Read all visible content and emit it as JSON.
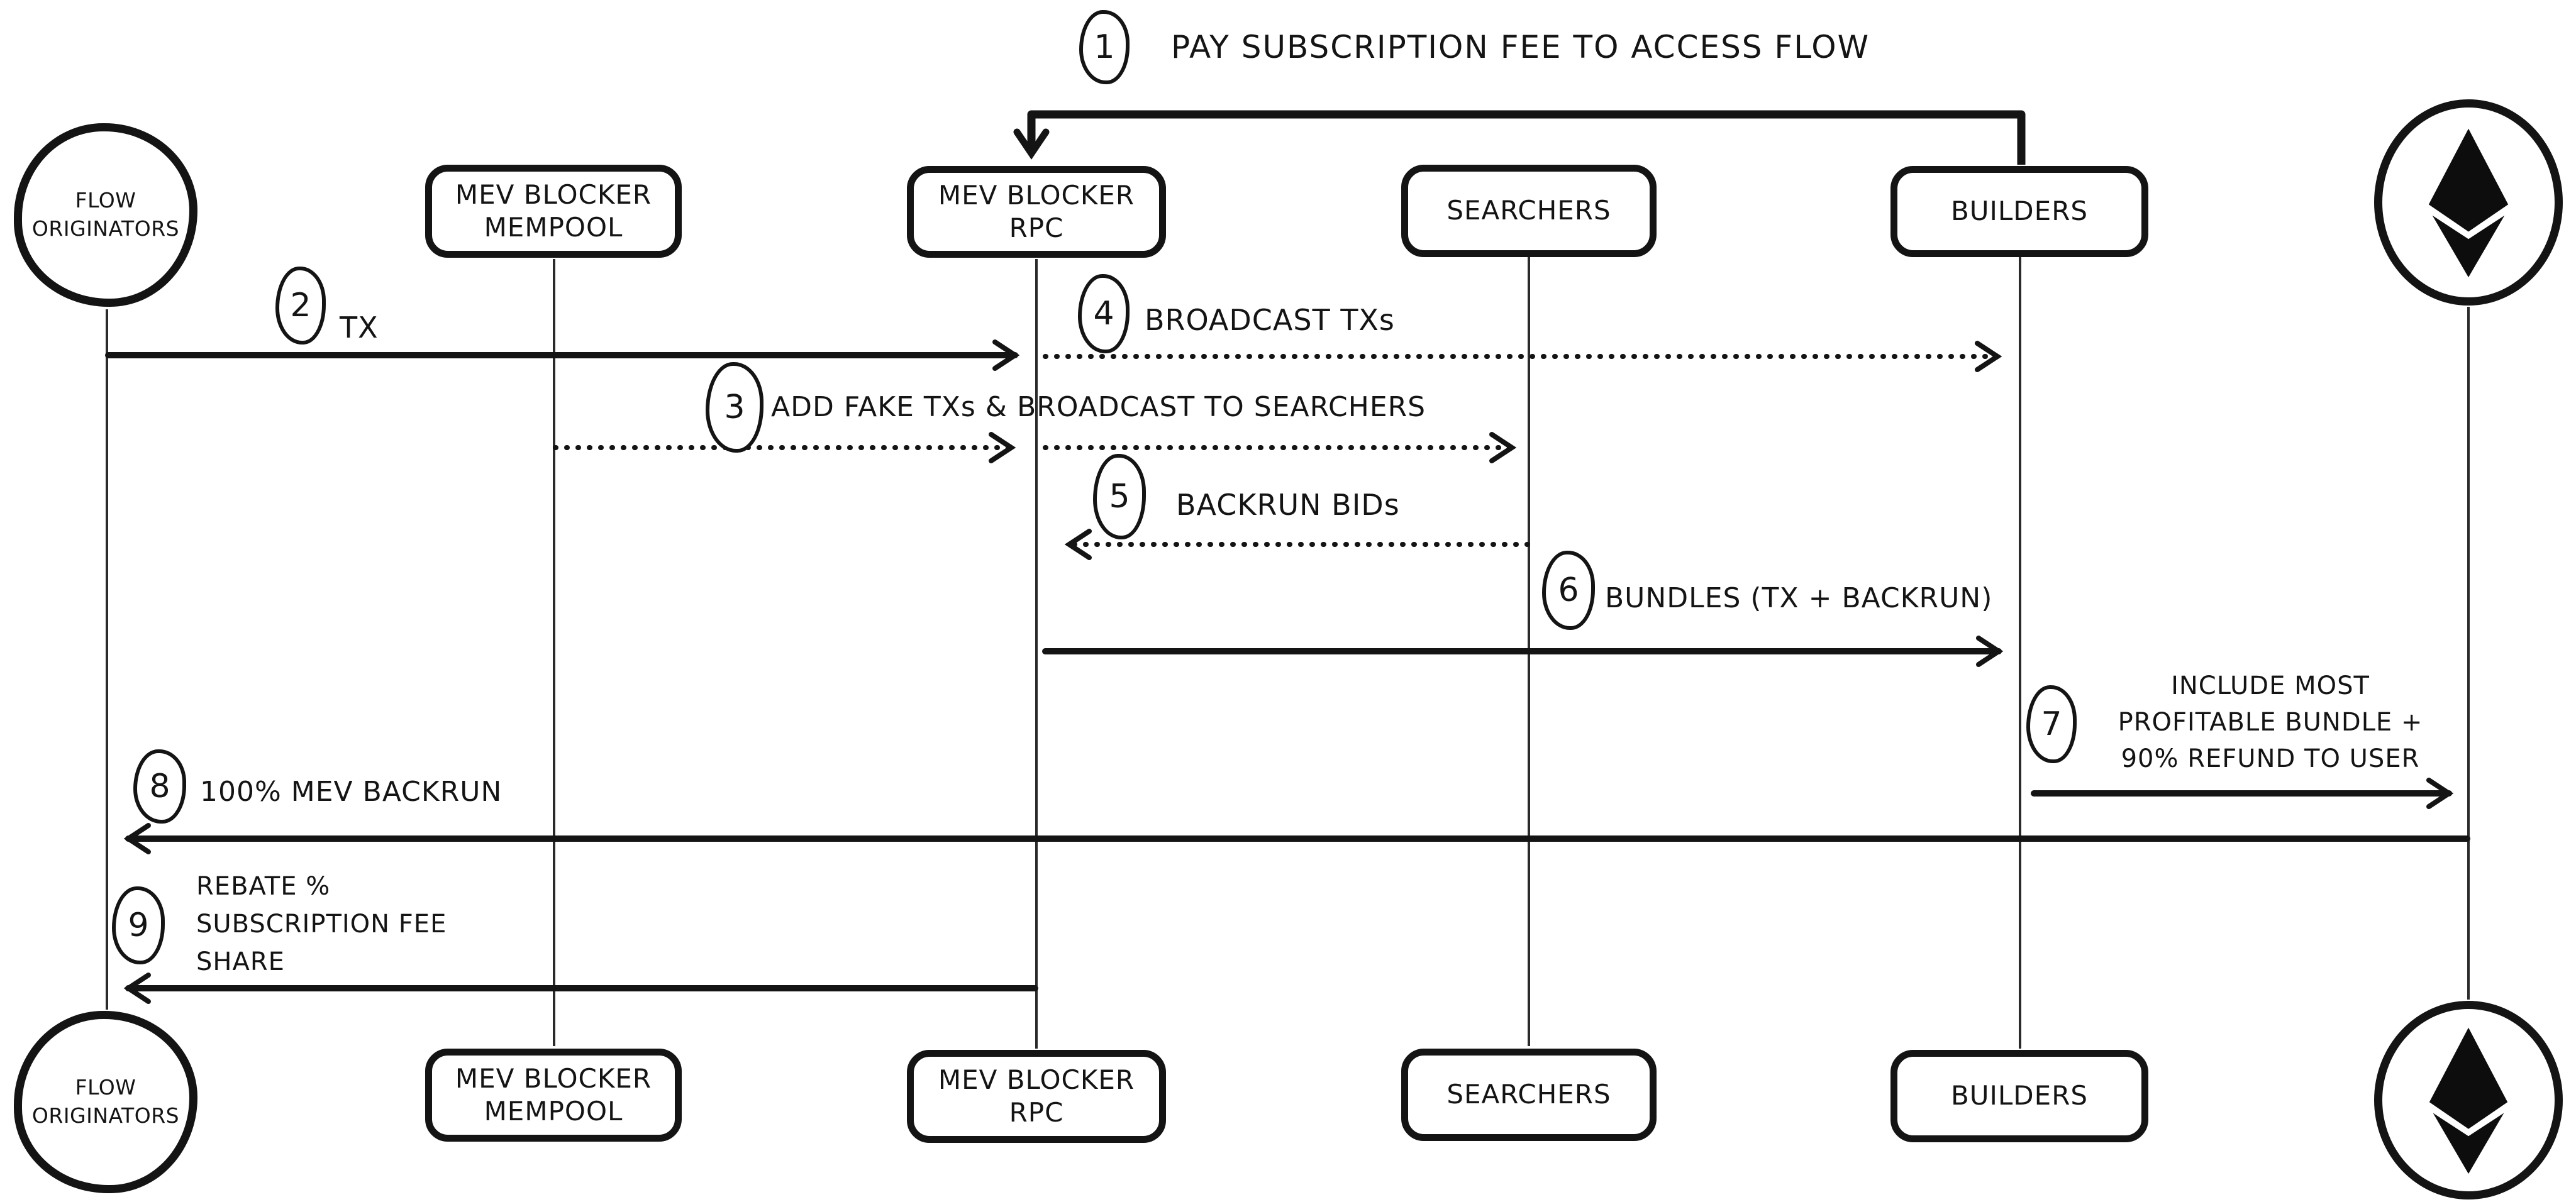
{
  "diagram": {
    "kind": "sequence-diagram",
    "topic": "MEV Blocker order flow",
    "colors": {
      "ink": "#141414",
      "background": "#ffffff"
    },
    "actors": [
      {
        "id": "flow-originators",
        "label": "FLOW ORIGINATORS",
        "shape": "ellipse"
      },
      {
        "id": "mev-blocker-mempool",
        "label": "MEV BLOCKER MEMPOOL",
        "shape": "rounded-box"
      },
      {
        "id": "mev-blocker-rpc",
        "label": "MEV BLOCKER RPC",
        "shape": "rounded-box"
      },
      {
        "id": "searchers",
        "label": "SEARCHERS",
        "shape": "rounded-box"
      },
      {
        "id": "builders",
        "label": "BUILDERS",
        "shape": "rounded-box"
      },
      {
        "id": "ethereum",
        "label": "",
        "shape": "circle-with-logo",
        "icon": "ethereum-icon"
      }
    ],
    "steps": [
      {
        "number": "1",
        "label": "PAY SUBSCRIPTION FEE TO ACCESS FLOW",
        "from": "BUILDERS",
        "to": "MEV BLOCKER RPC",
        "line": "solid-elbow",
        "direction": "left-then-down"
      },
      {
        "number": "2",
        "label": "TX",
        "from": "FLOW ORIGINATORS",
        "to": "MEV BLOCKER RPC",
        "line": "solid",
        "direction": "right"
      },
      {
        "number": "3",
        "label": "ADD FAKE TXs & BROADCAST TO SEARCHERS",
        "from": "MEV BLOCKER MEMPOOL",
        "to": "SEARCHERS",
        "line": "dotted",
        "direction": "right"
      },
      {
        "number": "4",
        "label": "BROADCAST TXs",
        "from": "MEV BLOCKER RPC",
        "to": "BUILDERS",
        "line": "dotted",
        "direction": "right"
      },
      {
        "number": "5",
        "label": "BACKRUN BIDs",
        "from": "SEARCHERS",
        "to": "MEV BLOCKER RPC",
        "line": "dotted",
        "direction": "left"
      },
      {
        "number": "6",
        "label": "BUNDLES (TX + BACKRUN)",
        "from": "MEV BLOCKER RPC",
        "to": "BUILDERS",
        "line": "solid",
        "direction": "right"
      },
      {
        "number": "7",
        "label": "INCLUDE MOST PROFITABLE BUNDLE + 90% REFUND TO USER",
        "from": "BUILDERS",
        "to": "ETHEREUM",
        "line": "solid",
        "direction": "right"
      },
      {
        "number": "8",
        "label": "100% MEV BACKRUN",
        "from": "ETHEREUM",
        "to": "FLOW ORIGINATORS",
        "line": "solid",
        "direction": "left"
      },
      {
        "number": "9",
        "label": "REBATE % SUBSCRIPTION FEE SHARE",
        "from": "MEV BLOCKER RPC",
        "to": "FLOW ORIGINATORS",
        "line": "solid",
        "direction": "left"
      }
    ]
  }
}
